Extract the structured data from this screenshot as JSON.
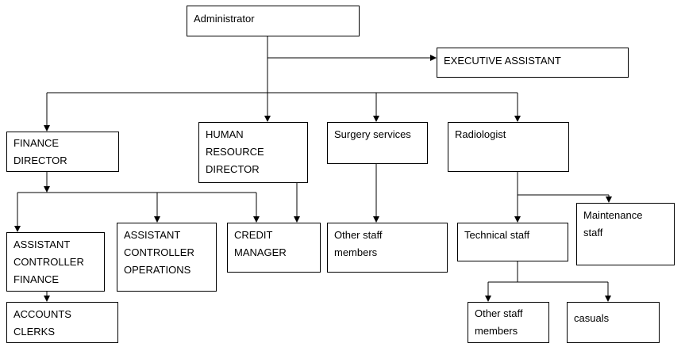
{
  "nodes": {
    "administrator": "Administrator",
    "executive_assistant": "EXECUTIVE ASSISTANT",
    "finance_director": "FINANCE\nDIRECTOR",
    "hr_director": "HUMAN\nRESOURCE\nDIRECTOR",
    "surgery_services": "Surgery services",
    "radiologist": "Radiologist",
    "assistant_controller_finance": "ASSISTANT\nCONTROLLER\nFINANCE",
    "assistant_controller_operations": "ASSISTANT\nCONTROLLER\nOPERATIONS",
    "credit_manager": "CREDIT\nMANAGER",
    "surgery_other_staff": "Other staff\nmembers",
    "technical_staff": "Technical staff",
    "maintenance_staff": "Maintenance\nstaff",
    "accounts_clerks": "ACCOUNTS\nCLERKS",
    "technical_other_staff": "Other staff\nmembers",
    "casuals": "casuals"
  },
  "colors": {
    "line": "#000000",
    "box_border": "#000000",
    "background": "#ffffff"
  }
}
